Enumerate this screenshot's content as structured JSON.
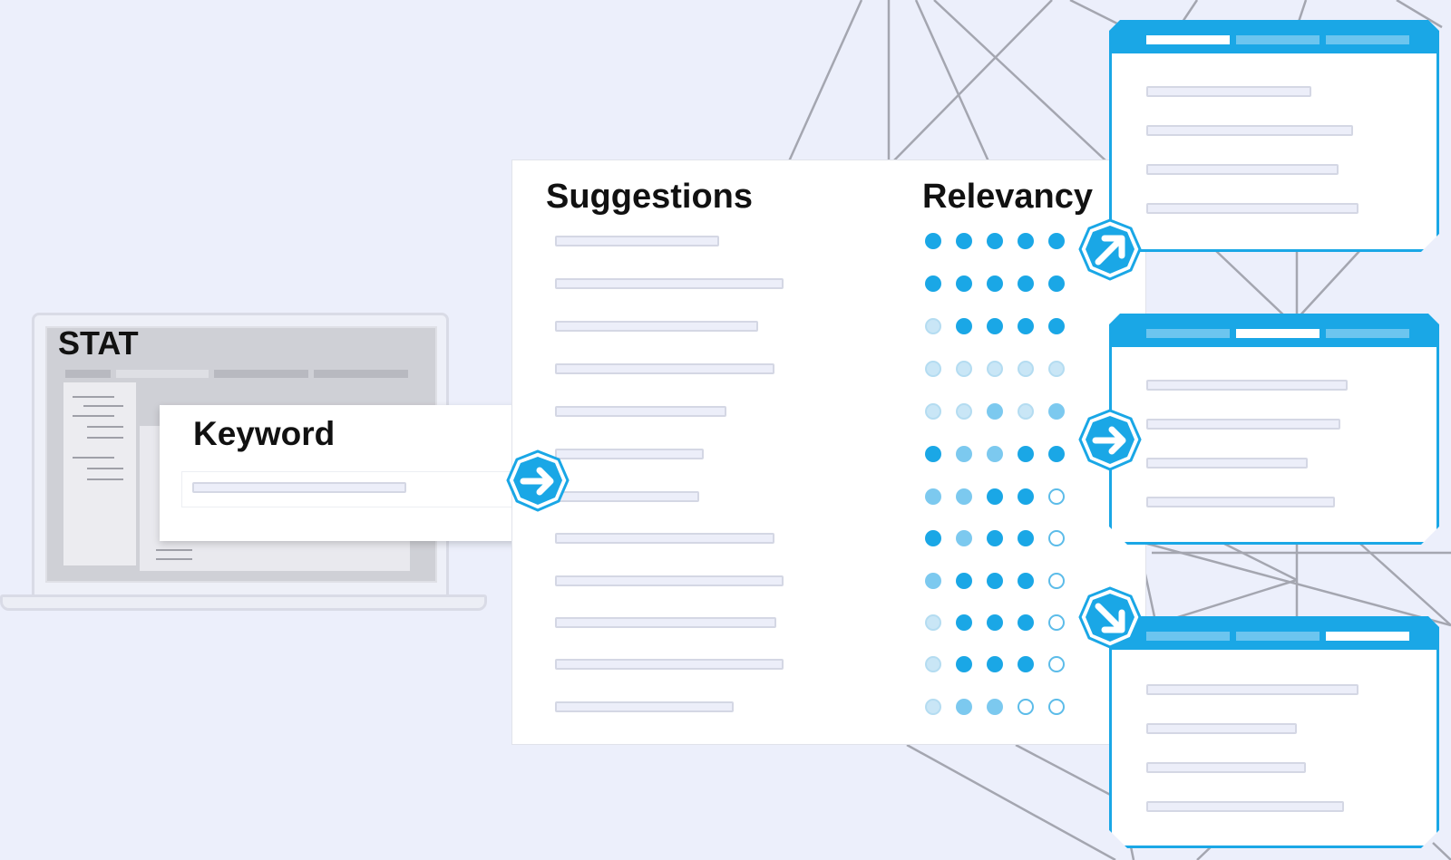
{
  "diagram": {
    "laptop": {
      "label": "STAT"
    },
    "keyword": {
      "title": "Keyword"
    },
    "suggestions": {
      "title": "Suggestions",
      "rows": [
        {
          "bar_length": 0.72,
          "relevancy": [
            "full",
            "full",
            "full",
            "full",
            "full"
          ]
        },
        {
          "bar_length": 1.0,
          "relevancy": [
            "full",
            "full",
            "full",
            "full",
            "full"
          ]
        },
        {
          "bar_length": 0.89,
          "relevancy": [
            "low",
            "full",
            "full",
            "full",
            "full"
          ]
        },
        {
          "bar_length": 0.96,
          "relevancy": [
            "low",
            "low",
            "low",
            "low",
            "low"
          ]
        },
        {
          "bar_length": 0.75,
          "relevancy": [
            "low",
            "low",
            "mid",
            "low",
            "mid"
          ]
        },
        {
          "bar_length": 0.65,
          "relevancy": [
            "full",
            "mid",
            "mid",
            "full",
            "full"
          ]
        },
        {
          "bar_length": 0.63,
          "relevancy": [
            "mid",
            "mid",
            "full",
            "full",
            "empty"
          ]
        },
        {
          "bar_length": 0.96,
          "relevancy": [
            "full",
            "mid",
            "full",
            "full",
            "empty"
          ]
        },
        {
          "bar_length": 1.0,
          "relevancy": [
            "mid",
            "full",
            "full",
            "full",
            "empty"
          ]
        },
        {
          "bar_length": 0.97,
          "relevancy": [
            "low",
            "full",
            "full",
            "full",
            "empty"
          ]
        },
        {
          "bar_length": 1.0,
          "relevancy": [
            "low",
            "full",
            "full",
            "full",
            "empty"
          ]
        },
        {
          "bar_length": 0.78,
          "relevancy": [
            "low",
            "mid",
            "mid",
            "empty",
            "empty"
          ]
        }
      ]
    },
    "relevancy": {
      "title": "Relevancy"
    },
    "windows": [
      {
        "active_tab": 0,
        "arrow": "up-right"
      },
      {
        "active_tab": 1,
        "arrow": "right"
      },
      {
        "active_tab": 2,
        "arrow": "down-right"
      }
    ],
    "colors": {
      "accent": "#1aa7e6",
      "accent_light": "#6cc5ef",
      "background": "#eceffb",
      "placeholder_bar": "#eceef9",
      "network_lines": "#a4a6b0"
    },
    "icons": {
      "keyword_arrow": "arrow-right-icon",
      "window_arrows": [
        "arrow-up-right-icon",
        "arrow-right-icon",
        "arrow-down-right-icon"
      ]
    }
  }
}
